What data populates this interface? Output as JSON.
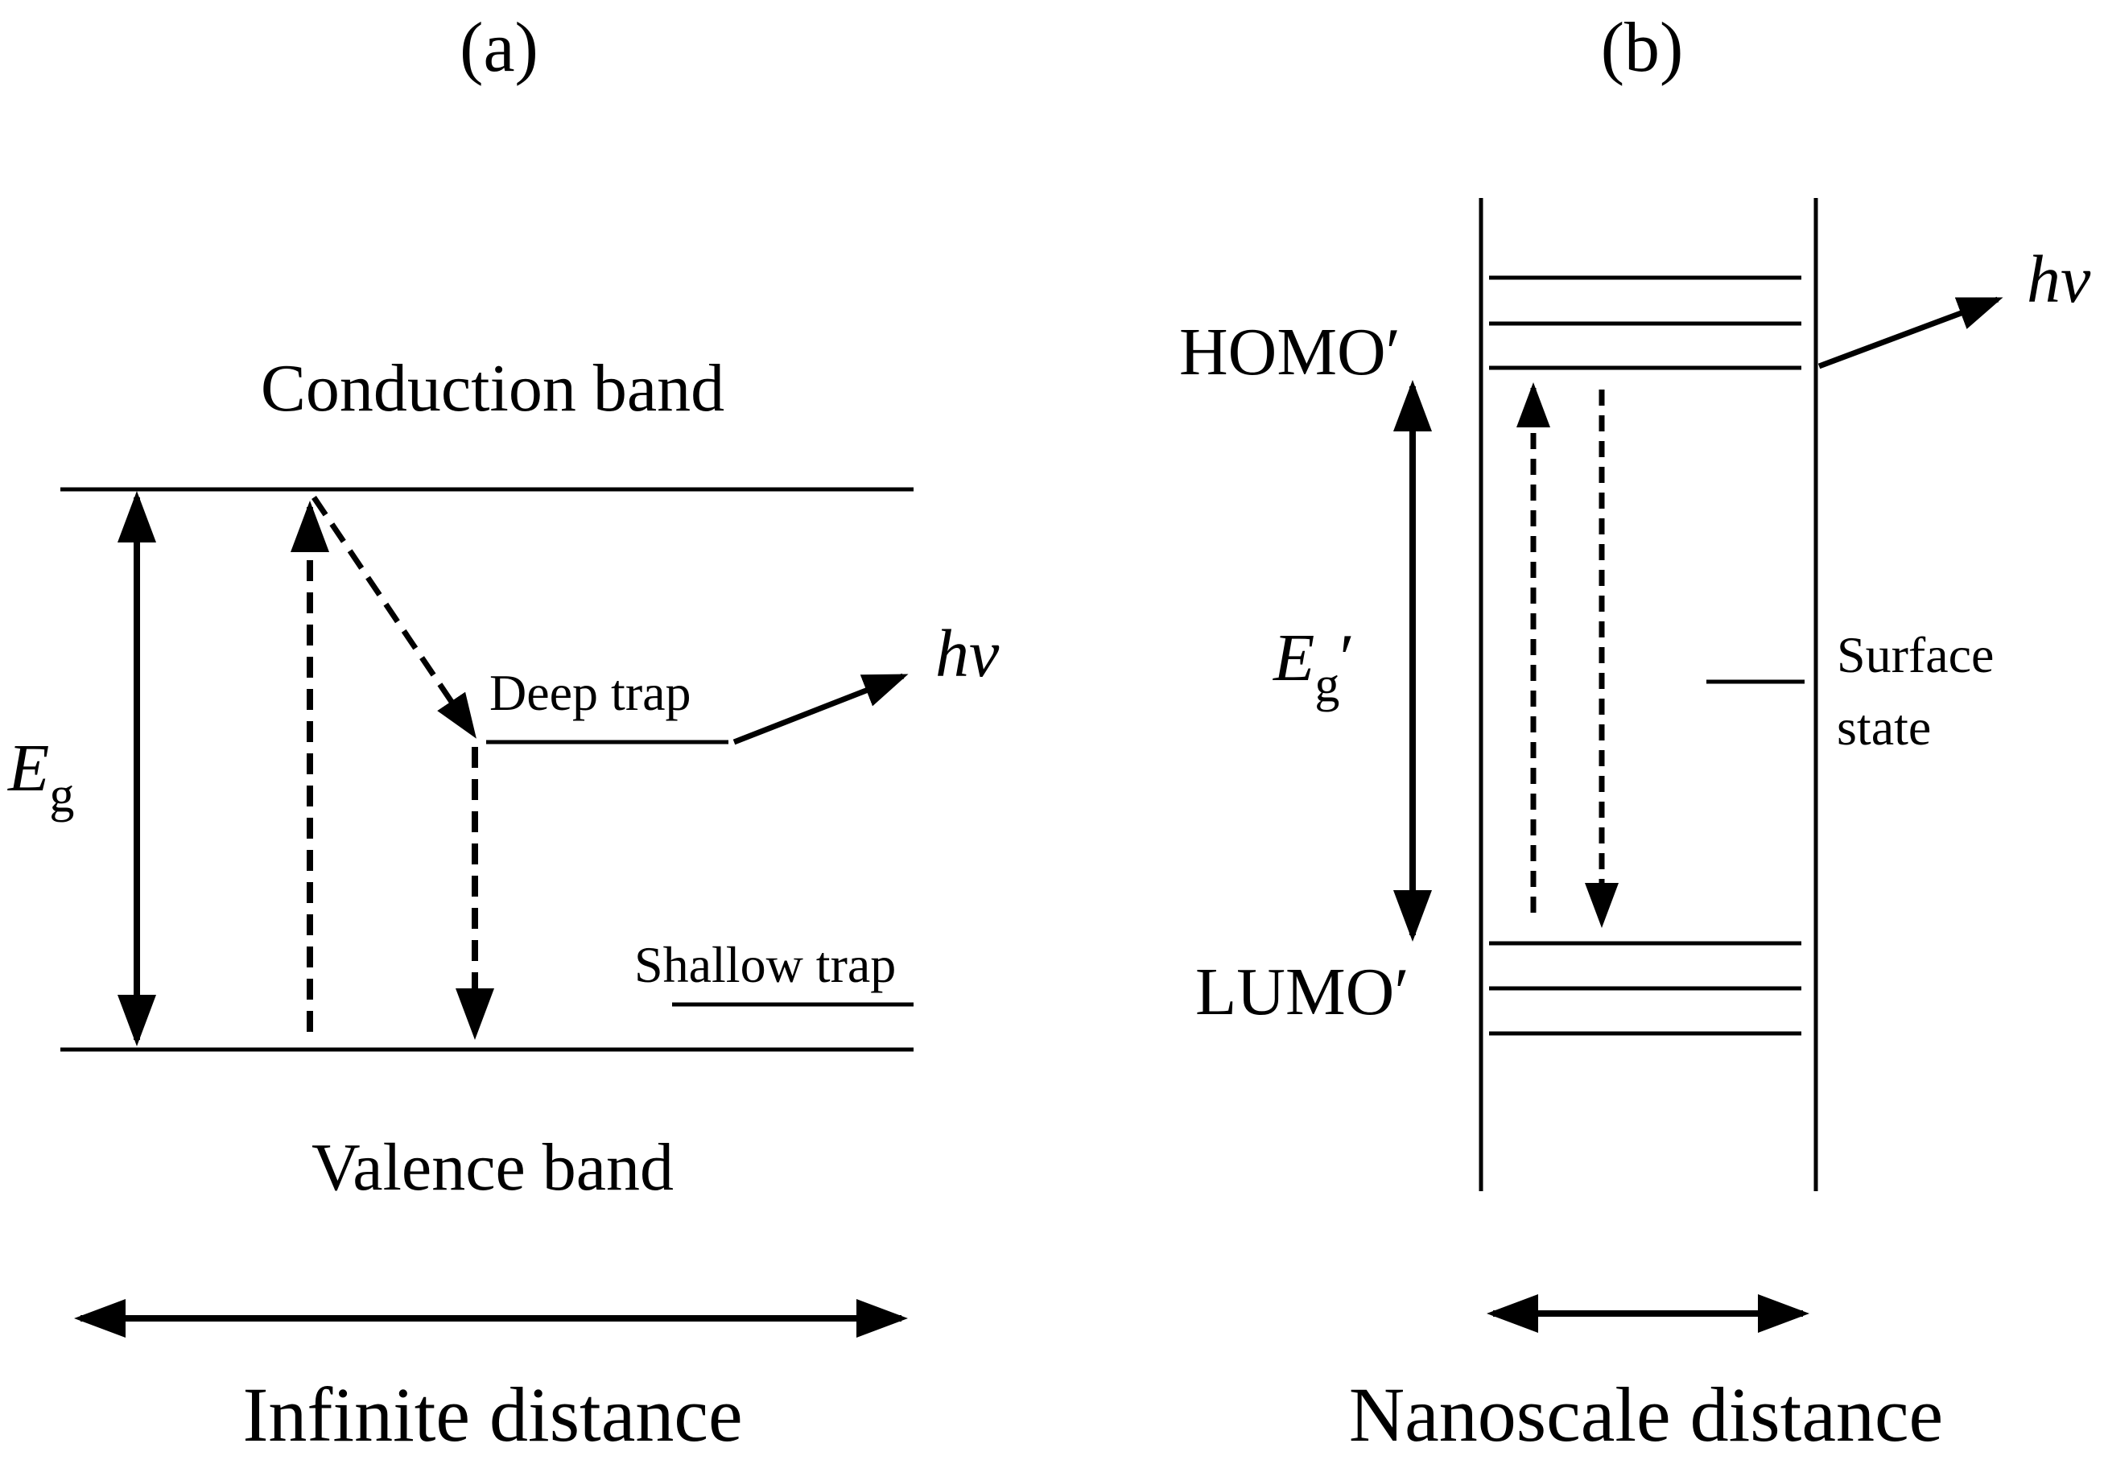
{
  "panel_a": {
    "label": "(a)",
    "conduction_band": "Conduction band",
    "valence_band": "Valence band",
    "eg_main": "E",
    "eg_sub": "g",
    "deep_trap": "Deep trap",
    "shallow_trap": "Shallow trap",
    "hv": "hv",
    "distance_caption": "Infinite distance"
  },
  "panel_b": {
    "label": "(b)",
    "homo": "HOMO′",
    "lumo": "LUMO′",
    "eg_main": "E",
    "eg_sub": "g",
    "eg_prime": "′",
    "surface_state_line1": "Surface",
    "surface_state_line2": "state",
    "hv": "hv",
    "distance_caption": "Nanoscale distance"
  }
}
